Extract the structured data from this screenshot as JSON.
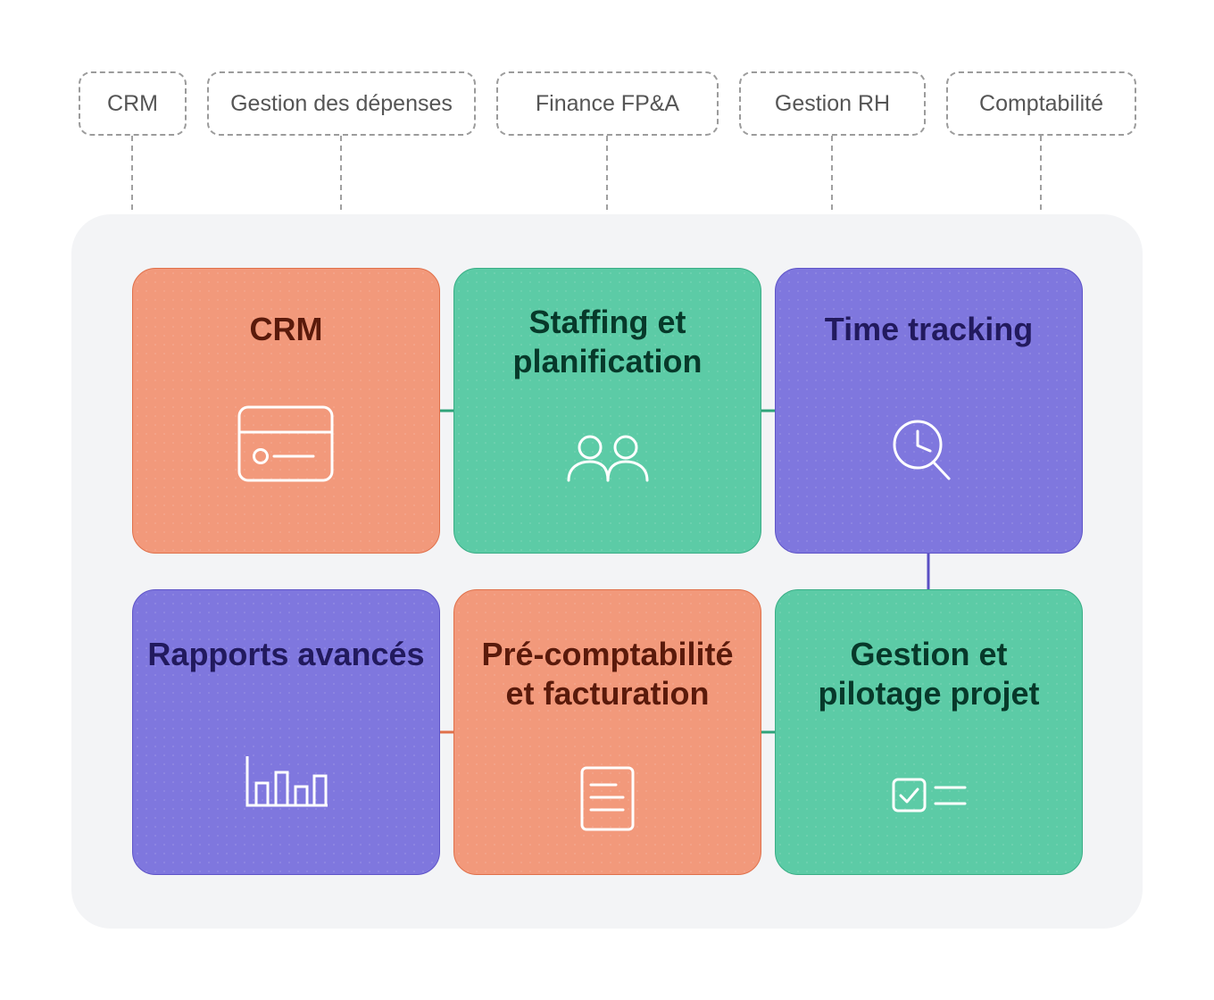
{
  "top_labels": [
    "CRM",
    "Gestion des dépenses",
    "Finance FP&A",
    "Gestion RH",
    "Comptabilité"
  ],
  "cards": [
    {
      "title": "CRM",
      "color": "orange",
      "icon": "credit-card-icon"
    },
    {
      "title": "Staffing et planification",
      "color": "green",
      "icon": "users-icon"
    },
    {
      "title": "Time tracking",
      "color": "purple",
      "icon": "clock-search-icon"
    },
    {
      "title": "Rapports avancés",
      "color": "purple",
      "icon": "bar-chart-icon"
    },
    {
      "title": "Pré-comptabilité et facturation",
      "color": "orange",
      "icon": "document-icon"
    },
    {
      "title": "Gestion et pilotage projet",
      "color": "green",
      "icon": "checklist-icon"
    }
  ],
  "colors": {
    "orange": "#f2997b",
    "green": "#5ccba6",
    "purple": "#7f77de",
    "panel": "#f3f4f6"
  }
}
